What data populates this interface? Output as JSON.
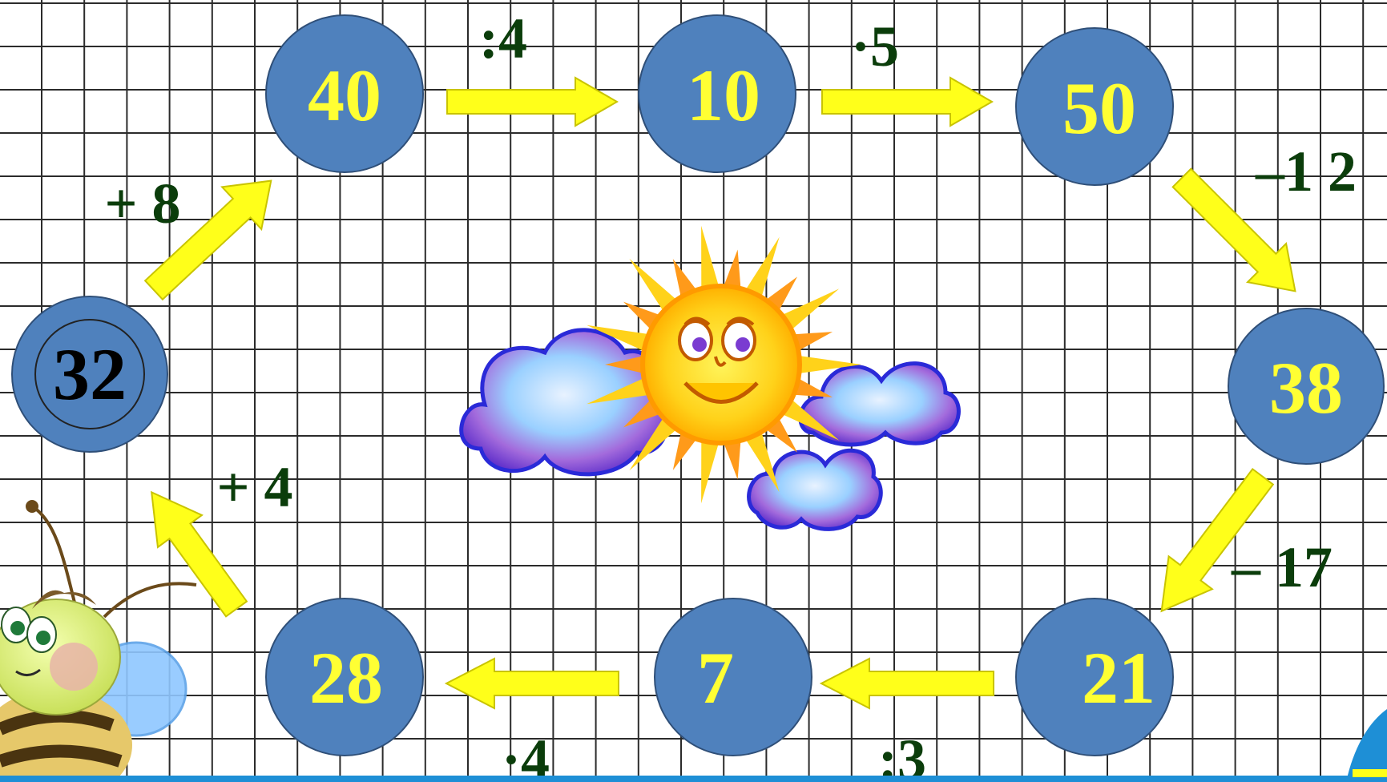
{
  "colors": {
    "grid_line": "#2b2b2b",
    "node_fill": "#4f81bd",
    "node_stroke": "#2f4f78",
    "node_text": "#ffff33",
    "start_text": "#000000",
    "arrow_fill": "#ffff1a",
    "arrow_stroke": "#c9c400",
    "op_text": "#0b3d0b",
    "bottom_bar": "#1e8fd6"
  },
  "nodes": {
    "n32": "32",
    "n40": "40",
    "n10": "10",
    "n50": "50",
    "n38": "38",
    "n21": "21",
    "n7": "7",
    "n28": "28"
  },
  "operations": {
    "op_div4": ":4",
    "op_mul5": "·5",
    "op_minus12": "–1 2",
    "op_minus17": "– 17",
    "op_div3": ":3",
    "op_mul4": "·4",
    "op_plus4": "+ 4",
    "op_plus8": "+ 8"
  },
  "icons": {
    "sun": "smiling-sun-icon",
    "clouds": "cloud-icon",
    "bee": "bee-mascot-icon"
  }
}
